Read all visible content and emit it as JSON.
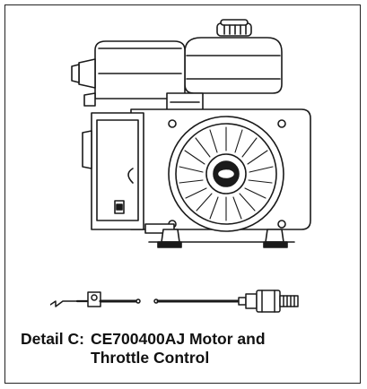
{
  "caption": {
    "label": "Detail C:",
    "line1": "CE700400AJ Motor and",
    "line2": "Throttle Control"
  },
  "figure": {
    "engine_icon": "engine-line-drawing",
    "throttle_icon": "throttle-cable-drawing"
  },
  "colors": {
    "line": "#1a1a1a",
    "background": "#ffffff"
  }
}
